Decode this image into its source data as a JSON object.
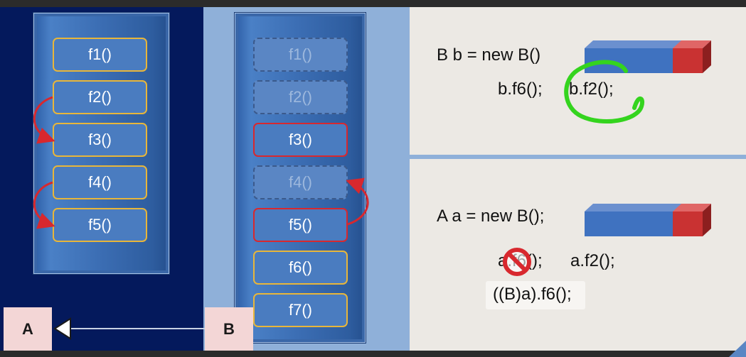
{
  "classA": {
    "label": "A",
    "methods": [
      "f1()",
      "f2()",
      "f3()",
      "f4()",
      "f5()"
    ]
  },
  "classB": {
    "label": "B",
    "methods": [
      "f1()",
      "f2()",
      "f3()",
      "f4()",
      "f5()",
      "f6()",
      "f7()"
    ]
  },
  "topExample": {
    "declaration": "B b = new B()",
    "call1": "b.f6();",
    "call2": "b.f2();"
  },
  "bottomExample": {
    "declaration": "A a = new B();",
    "call1": "a.f6();",
    "call2": "a.f2();",
    "cast": "((B)a).f6();"
  },
  "colors": {
    "panelA": "#04195c",
    "panelB": "#8fb0d9",
    "content": "#ece9e4",
    "inherited": "#e8b63a",
    "overridden": "#d8282e",
    "highlight": "#34d41e"
  }
}
